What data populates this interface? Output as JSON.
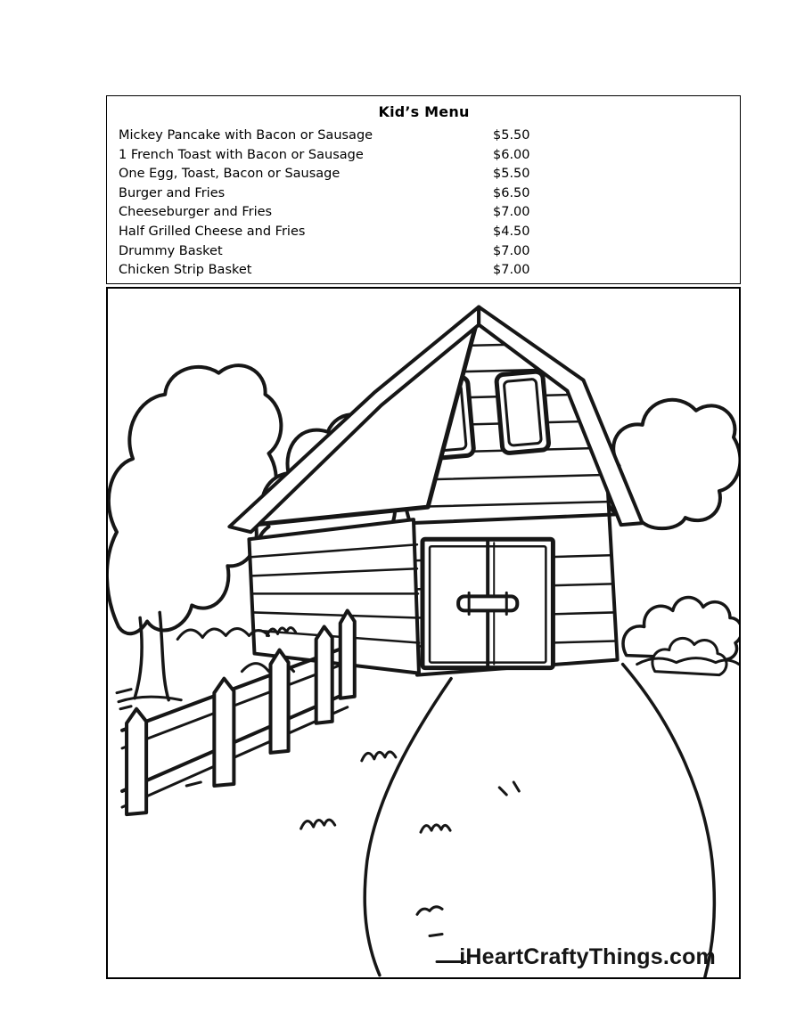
{
  "menu": {
    "title": "Kid’s Menu",
    "items": [
      {
        "name": "Mickey Pancake with Bacon or Sausage",
        "price": "$5.50"
      },
      {
        "name": "1 French Toast with Bacon or Sausage",
        "price": "$6.00"
      },
      {
        "name": "One Egg, Toast, Bacon or Sausage",
        "price": "$5.50"
      },
      {
        "name": "Burger and Fries",
        "price": "$6.50"
      },
      {
        "name": "Cheeseburger and Fries",
        "price": "$7.00"
      },
      {
        "name": "Half Grilled Cheese and Fries",
        "price": "$4.50"
      },
      {
        "name": "Drummy Basket",
        "price": "$7.00"
      },
      {
        "name": "Chicken Strip Basket",
        "price": "$7.00"
      }
    ]
  },
  "illustration": {
    "description": "black-and-white coloring page of a barn with trees, fence, bushes and a winding path",
    "watermark": "iHeartCraftyThings.com"
  },
  "colors": {
    "ink": "#161616",
    "background": "#ffffff"
  }
}
